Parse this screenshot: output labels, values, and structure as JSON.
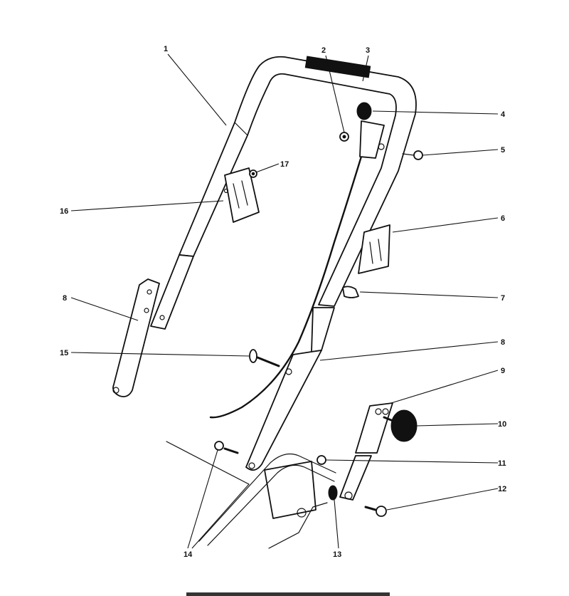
{
  "callouts": [
    "1",
    "2",
    "3",
    "4",
    "5",
    "6",
    "7",
    "8",
    "8",
    "9",
    "10",
    "11",
    "12",
    "13",
    "14",
    "15",
    "16",
    "17"
  ],
  "footer_caption": "",
  "colors": {
    "ink": "#111111",
    "background": "#ffffff"
  }
}
